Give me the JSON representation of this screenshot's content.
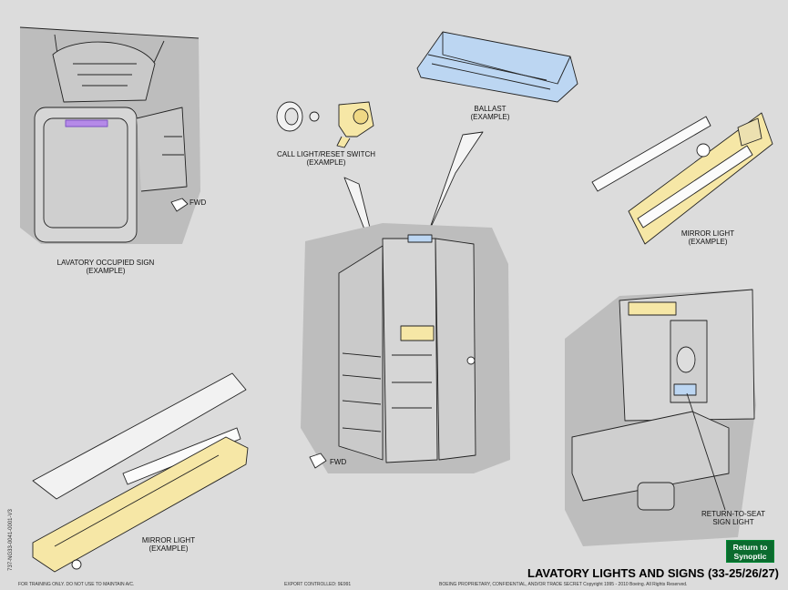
{
  "labels": {
    "lavatory_sign": [
      "LAVATORY OCCUPIED SIGN",
      "(EXAMPLE)"
    ],
    "call_light": [
      "CALL LIGHT/RESET SWITCH",
      "(EXAMPLE)"
    ],
    "ballast": [
      "BALLAST",
      "(EXAMPLE)"
    ],
    "mirror_light_top": [
      "MIRROR LIGHT",
      "(EXAMPLE)"
    ],
    "mirror_light_bottom": [
      "MIRROR LIGHT",
      "(EXAMPLE)"
    ],
    "return_to_seat": [
      "RETURN-TO-SEAT",
      "SIGN LIGHT"
    ]
  },
  "fwd": "FWD",
  "title": "LAVATORY LIGHTS AND SIGNS (33-25/26/27)",
  "return_button": [
    "Return to",
    "Synoptic"
  ],
  "footer_left": "FOR TRAINING ONLY. DO NOT USE TO MAINTAIN A/C.",
  "footer_mid": "EXPORT CONTROLLED: 9E991",
  "footer_right": "BOEING PROPRIETARY, CONFIDENTIAL, AND/OR TRADE SECRET   Copyright 1995 - 2010   Boeing. All Rights Reserved.",
  "side_code": "737-NG33-0041-0001-V3",
  "colors": {
    "background": "#dcdcdc",
    "shadow": "#bdbdbd",
    "highlight_yellow": "#f6e7a6",
    "highlight_blue": "#bcd6f2",
    "highlight_purple": "#b58ae8",
    "button_green": "#0b6b2e"
  }
}
